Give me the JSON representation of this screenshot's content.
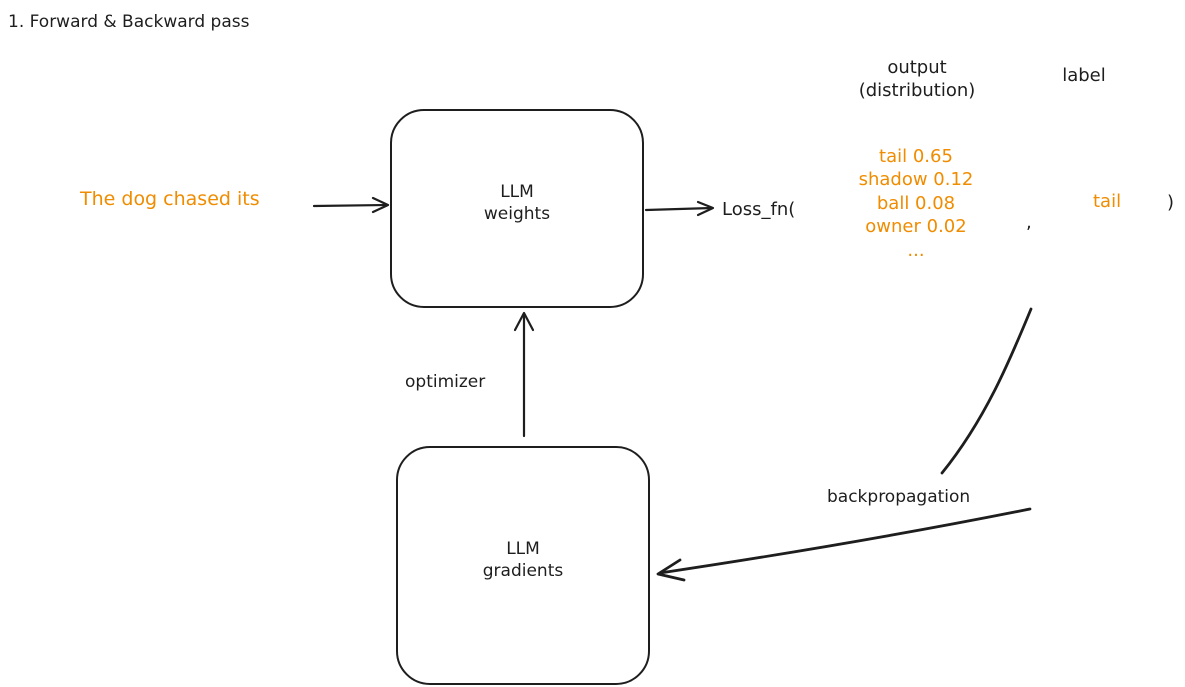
{
  "title": "1. Forward & Backward pass",
  "input_text": "The dog chased its",
  "weights_box": {
    "line1": "LLM",
    "line2": "weights"
  },
  "gradients_box": {
    "line1": "LLM",
    "line2": "gradients"
  },
  "loss_fn": "Loss_fn(",
  "output_header": {
    "line1": "output",
    "line2": "(distribution)"
  },
  "label_header": "label",
  "distribution": [
    "tail 0.65",
    "shadow 0.12",
    "ball 0.08",
    "owner 0.02",
    "..."
  ],
  "comma": ",",
  "label_value": "tail",
  "close_paren": ")",
  "optimizer_label": "optimizer",
  "backprop_label": "backpropagation",
  "colors": {
    "stroke": "#1e1e1e",
    "highlight": "#f08c00"
  }
}
